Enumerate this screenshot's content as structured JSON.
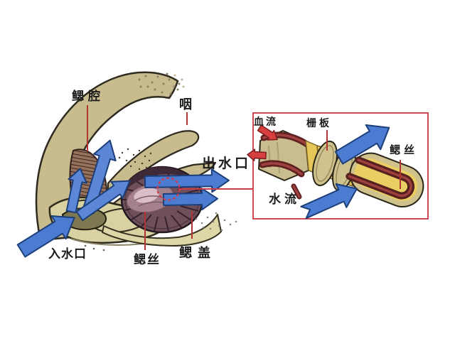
{
  "figure": {
    "subject": "fish gill respiration cross-section diagram with magnified gill-filament inset"
  },
  "main_diagram": {
    "labels": {
      "gill_cavity": "鳃腔",
      "pharynx": "咽",
      "water_outlet": "出水口",
      "water_inlet": "入水口",
      "gill_filament": "鳃丝",
      "gill_cover": "鳃盖"
    }
  },
  "inset": {
    "labels": {
      "blood_flow": "血流",
      "lamella": "栅板",
      "gill_filament": "鳃丝",
      "water_flow": "水流"
    }
  },
  "colors": {
    "background": "#ffffff",
    "arrow_blue": "#4c7cd1",
    "accent_red": "#cc3b4a",
    "leader_red": "#b13434",
    "bone_tan": "#c8bb8e",
    "operculum_pale": "#ddd7a8",
    "gill_disc_dark": "#6e4f5a",
    "vessel_maroon": "#5f2020",
    "filament_yellow": "#e9cf63"
  }
}
